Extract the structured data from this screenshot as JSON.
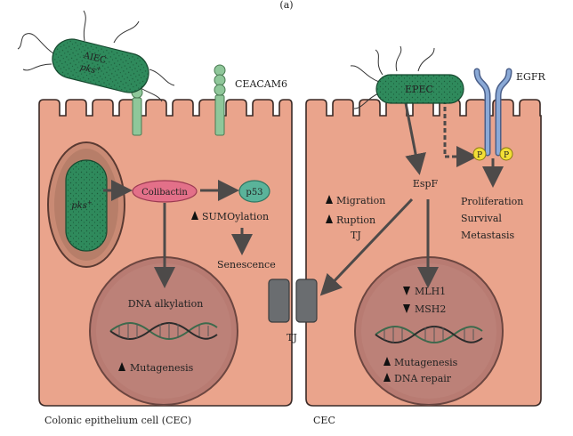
{
  "panel_label": "(a)",
  "colors": {
    "cell_fill": "#eaa48c",
    "cell_stroke": "#3a2a26",
    "nucleus_fill": "#b87b72",
    "nucleus_stroke": "#6c4640",
    "bacteria_fill": "#2f8a5c",
    "colibactin_fill": "#e37089",
    "p53_fill": "#5ab39a",
    "tj_fill": "#6a6d70",
    "receptor_fill": "#8aa9d6",
    "phospho_fill": "#f2df36",
    "arrow": "#4d4a49"
  },
  "left_cell": {
    "caption": "Colonic epithelium cell (CEC)",
    "aiec": {
      "line1": "AIEC",
      "line2": "pks",
      "sup": "+"
    },
    "receptor_label": "CEACAM6",
    "vacuole": {
      "label": "pks",
      "sup": "+"
    },
    "colibactin": "Colibactin",
    "p53": "p53",
    "sumoylation": "SUMOylation",
    "senescence": "Senescence",
    "nucleus": {
      "title": "DNA alkylation",
      "mutagenesis": "Mutagenesis"
    }
  },
  "tj_label": "TJ",
  "right_cell": {
    "caption": "CEC",
    "epec": "EPEC",
    "egfr": "EGFR",
    "phospho": "P",
    "espf": "EspF",
    "migration": "Migration",
    "ruption": "Ruption",
    "ruption_tj": "TJ",
    "outcomes": [
      "Proliferation",
      "Survival",
      "Metastasis"
    ],
    "nucleus": {
      "mlh1": "MLH1",
      "msh2": "MSH2",
      "mutagenesis": "Mutagenesis",
      "dna_repair": "DNA repair"
    }
  }
}
